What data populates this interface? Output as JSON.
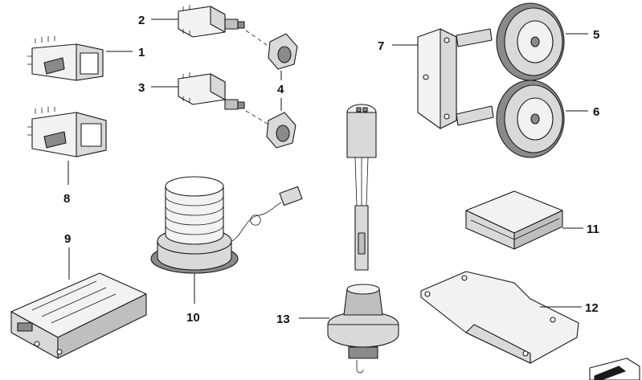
{
  "diagram": {
    "callouts": [
      {
        "id": "1",
        "label": "1"
      },
      {
        "id": "2",
        "label": "2"
      },
      {
        "id": "3",
        "label": "3"
      },
      {
        "id": "4",
        "label": "4"
      },
      {
        "id": "5",
        "label": "5"
      },
      {
        "id": "6",
        "label": "6"
      },
      {
        "id": "7",
        "label": "7"
      },
      {
        "id": "8",
        "label": "8"
      },
      {
        "id": "9",
        "label": "9"
      },
      {
        "id": "10",
        "label": "10"
      },
      {
        "id": "11",
        "label": "11"
      },
      {
        "id": "12",
        "label": "12"
      },
      {
        "id": "13",
        "label": "13"
      }
    ]
  },
  "colors": {
    "line": "#1a1a1a",
    "fill_light": "#f2f2f2",
    "fill_mid": "#d9d9d9",
    "fill_dark": "#8a8a8a"
  }
}
